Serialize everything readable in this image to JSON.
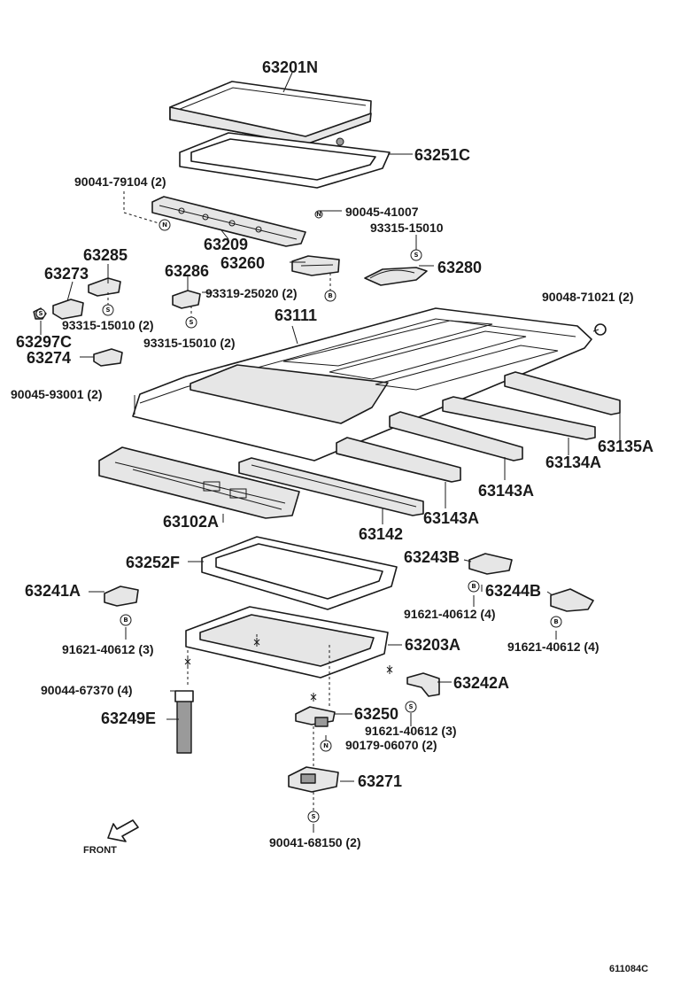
{
  "diagram_code": "611084C",
  "front_label": "FRONT",
  "parts": [
    {
      "id": "p01",
      "label": "63201N"
    },
    {
      "id": "p02",
      "label": "63251C"
    },
    {
      "id": "p03",
      "label": "90041-79104 (2)"
    },
    {
      "id": "p04",
      "label": "90045-41007"
    },
    {
      "id": "p05",
      "label": "63209"
    },
    {
      "id": "p06",
      "label": "93315-15010"
    },
    {
      "id": "p07",
      "label": "63285"
    },
    {
      "id": "p08",
      "label": "63260"
    },
    {
      "id": "p09",
      "label": "63280"
    },
    {
      "id": "p10",
      "label": "63273"
    },
    {
      "id": "p11",
      "label": "63286"
    },
    {
      "id": "p12",
      "label": "93319-25020 (2)"
    },
    {
      "id": "p13",
      "label": "90048-71021 (2)"
    },
    {
      "id": "p14",
      "label": "93315-15010 (2)"
    },
    {
      "id": "p15",
      "label": "63297C"
    },
    {
      "id": "p16",
      "label": "93315-15010 (2)"
    },
    {
      "id": "p17",
      "label": "63111"
    },
    {
      "id": "p18",
      "label": "63274"
    },
    {
      "id": "p19",
      "label": "90045-93001 (2)"
    },
    {
      "id": "p20",
      "label": "63135A"
    },
    {
      "id": "p21",
      "label": "63134A"
    },
    {
      "id": "p22",
      "label": "63143A"
    },
    {
      "id": "p23",
      "label": "63143A"
    },
    {
      "id": "p24",
      "label": "63142"
    },
    {
      "id": "p25",
      "label": "63102A"
    },
    {
      "id": "p26",
      "label": "63252F"
    },
    {
      "id": "p27",
      "label": "63243B"
    },
    {
      "id": "p28",
      "label": "63241A"
    },
    {
      "id": "p29",
      "label": "63244B"
    },
    {
      "id": "p30",
      "label": "91621-40612 (4)"
    },
    {
      "id": "p31",
      "label": "91621-40612 (3)"
    },
    {
      "id": "p32",
      "label": "91621-40612 (4)"
    },
    {
      "id": "p33",
      "label": "63203A"
    },
    {
      "id": "p34",
      "label": "63242A"
    },
    {
      "id": "p35",
      "label": "90044-67370 (4)"
    },
    {
      "id": "p36",
      "label": "63250"
    },
    {
      "id": "p37",
      "label": "63249E"
    },
    {
      "id": "p38",
      "label": "91621-40612 (3)"
    },
    {
      "id": "p39",
      "label": "90179-06070 (2)"
    },
    {
      "id": "p40",
      "label": "63271"
    },
    {
      "id": "p41",
      "label": "90041-68150 (2)"
    }
  ],
  "fastener_marks": [
    "N",
    "S",
    "B",
    "N",
    "S",
    "S",
    "S",
    "B",
    "B",
    "B",
    "S",
    "N",
    "S"
  ]
}
